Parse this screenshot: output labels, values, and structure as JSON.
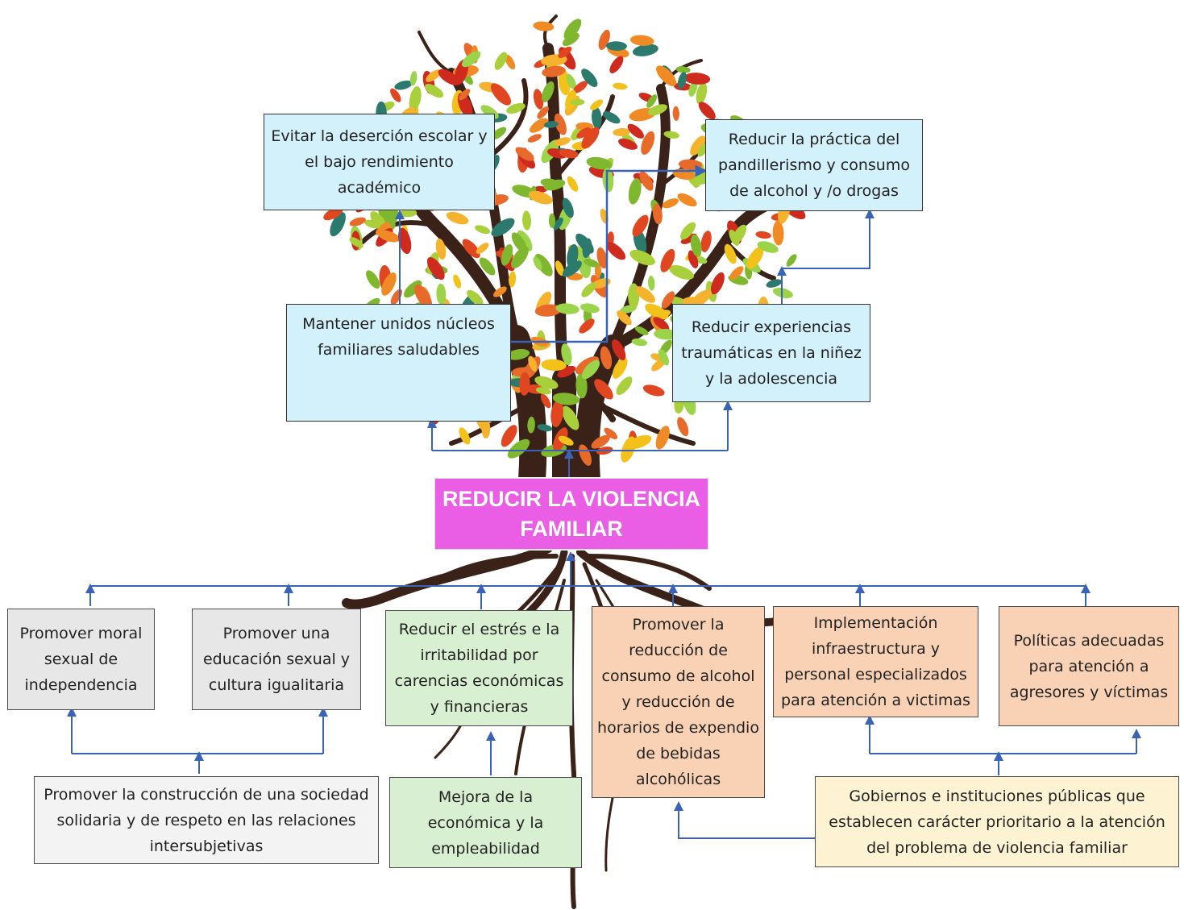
{
  "center": {
    "text": "REDUCIR LA VIOLENCIA FAMILIAR"
  },
  "effects": {
    "desercion": "Evitar la deserción escolar y el bajo rendimiento académico",
    "pandillerismo": "Reducir la práctica del pandillerismo y consumo de alcohol y /o drogas",
    "nucleos": "Mantener unidos núcleos familiares saludables",
    "traumaticas": "Reducir experiencias traumáticas en la niñez y la adolescencia"
  },
  "means": {
    "moral": "Promover moral sexual de independencia",
    "educacion": "Promover una educación sexual y cultura igualitaria",
    "estres": "Reducir el estrés e la irritabilidad por carencias económicas y financieras",
    "alcohol": "Promover la reducción de consumo de alcohol y reducción de horarios de expendio de bebidas alcohólicas",
    "infraestructura": "Implementación infraestructura y personal especializados para atención a victimas",
    "politicas": "Políticas adecuadas para atención a agresores y víctimas",
    "sociedad": "Promover la construcción de una sociedad solidaria y de respeto en las relaciones intersubjetivas",
    "economica": "Mejora de la económica y la empleabilidad",
    "gobiernos": "Gobiernos e instituciones públicas que establecen carácter prioritario a la atención del problema de violencia familiar"
  },
  "colors": {
    "center": "#ea5ee5",
    "effect_box": "#d3f1fb",
    "moral_box": "#e7e7e7",
    "green_box": "#d9efd2",
    "peach_box": "#f9d2b6",
    "cream_box": "#fdf3d3",
    "arrow": "#3a63b8",
    "trunk": "#3a2218"
  }
}
